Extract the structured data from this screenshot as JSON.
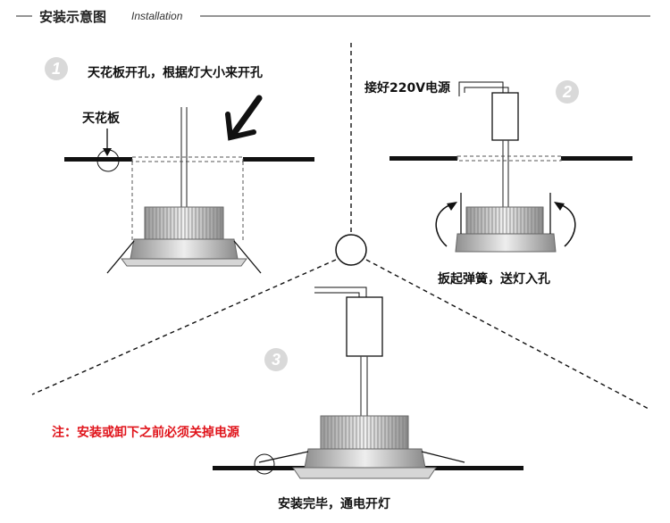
{
  "header": {
    "title_zh": "安装示意图",
    "title_en": "Installation"
  },
  "steps": [
    {
      "number": "1",
      "instruction": "天花板开孔，根据灯大小来开孔",
      "ceiling_label": "天花板"
    },
    {
      "number": "2",
      "power_label": "接好220V电源",
      "caption": "扳起弹簧，送灯入孔"
    },
    {
      "number": "3",
      "caption": "安装完毕，通电开灯"
    }
  ],
  "warning": "注：安装或卸下之前必须关掉电源",
  "colors": {
    "warning": "#e0141b",
    "step_circle": "#d9d9d9",
    "line": "#111111"
  }
}
